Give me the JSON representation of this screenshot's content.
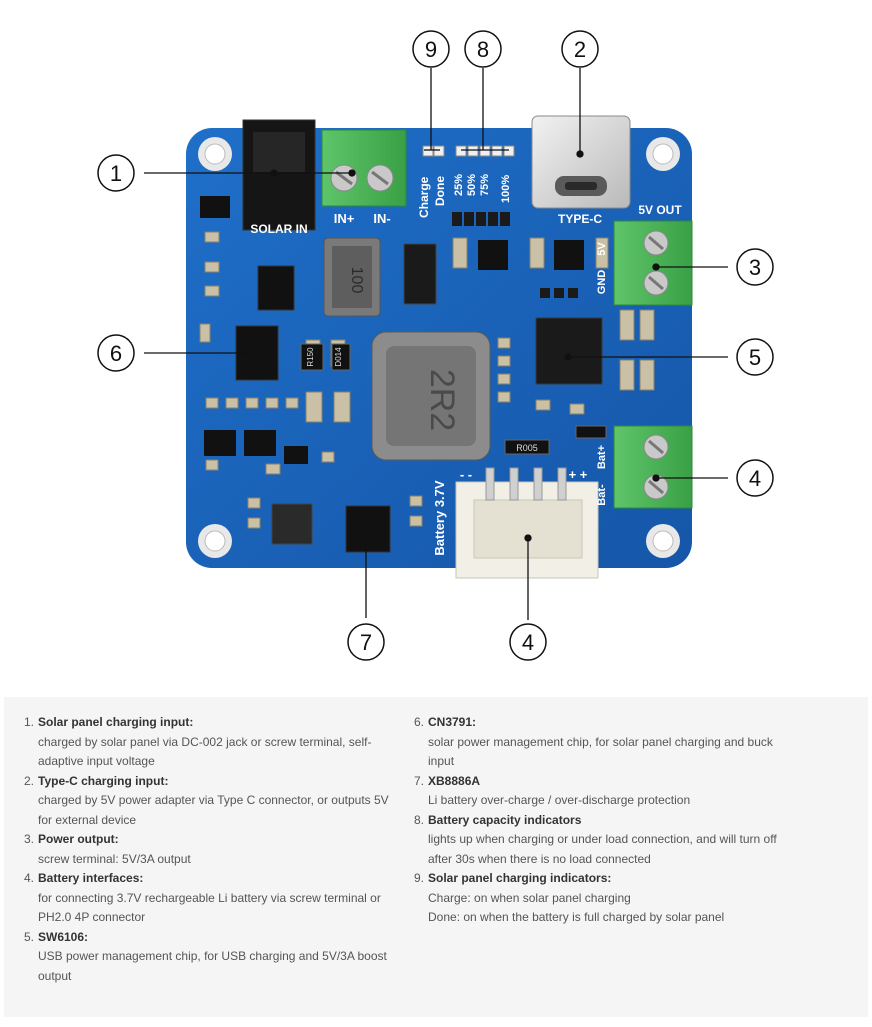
{
  "board": {
    "silkscreen": {
      "solar_in": "SOLAR IN",
      "in_plus": "IN+",
      "in_minus": "IN-",
      "charge": "Charge",
      "done": "Done",
      "pct_25": "25%",
      "pct_50": "50%",
      "pct_75": "75%",
      "pct_100": "100%",
      "type_c": "TYPE-C",
      "out_5v": "5V OUT",
      "v5": "5V",
      "gnd": "GND",
      "bat_minus": "Bat-",
      "bat_plus": "Bat+",
      "battery": "Battery 3.7V",
      "plus_plus": "+ +",
      "minus_minus": "- -",
      "inductor_small": "100",
      "inductor_big": "2R2",
      "r150": "R150",
      "r005": "R005",
      "d014": "D014"
    },
    "callouts": [
      "1",
      "2",
      "3",
      "4",
      "4",
      "5",
      "6",
      "7",
      "8",
      "9"
    ]
  },
  "legend": {
    "left": [
      {
        "num": "1.",
        "title": "Solar panel charging input:",
        "desc": [
          "charged by solar panel via DC-002 jack or screw terminal, self-",
          "adaptive input voltage"
        ]
      },
      {
        "num": "2.",
        "title": "Type-C charging input:",
        "desc": [
          "charged by 5V power adapter via Type C connector, or outputs 5V",
          "for external device"
        ]
      },
      {
        "num": "3.",
        "title": "Power output:",
        "desc": [
          "screw terminal: 5V/3A output"
        ]
      },
      {
        "num": "4.",
        "title": "Battery interfaces:",
        "desc": [
          "for connecting 3.7V rechargeable Li battery via screw terminal or",
          "PH2.0 4P connector"
        ]
      },
      {
        "num": "5.",
        "title": "SW6106:",
        "desc": [
          "USB power management chip, for USB charging and 5V/3A boost",
          "output"
        ]
      }
    ],
    "right": [
      {
        "num": "6.",
        "title": "CN3791:",
        "desc": [
          "solar power management chip, for solar panel charging and buck",
          "input"
        ]
      },
      {
        "num": "7.",
        "title": "XB8886A",
        "desc": [
          "Li battery over-charge / over-discharge protection"
        ]
      },
      {
        "num": "8.",
        "title": "Battery capacity indicators",
        "desc": [
          "lights up when charging or under load connection, and will turn off",
          "after 30s when there is no load connected"
        ]
      },
      {
        "num": "9.",
        "title": "Solar panel charging indicators:",
        "desc": [
          "Charge: on when solar panel charging",
          "Done: on when the battery is full charged by solar panel"
        ]
      }
    ]
  }
}
